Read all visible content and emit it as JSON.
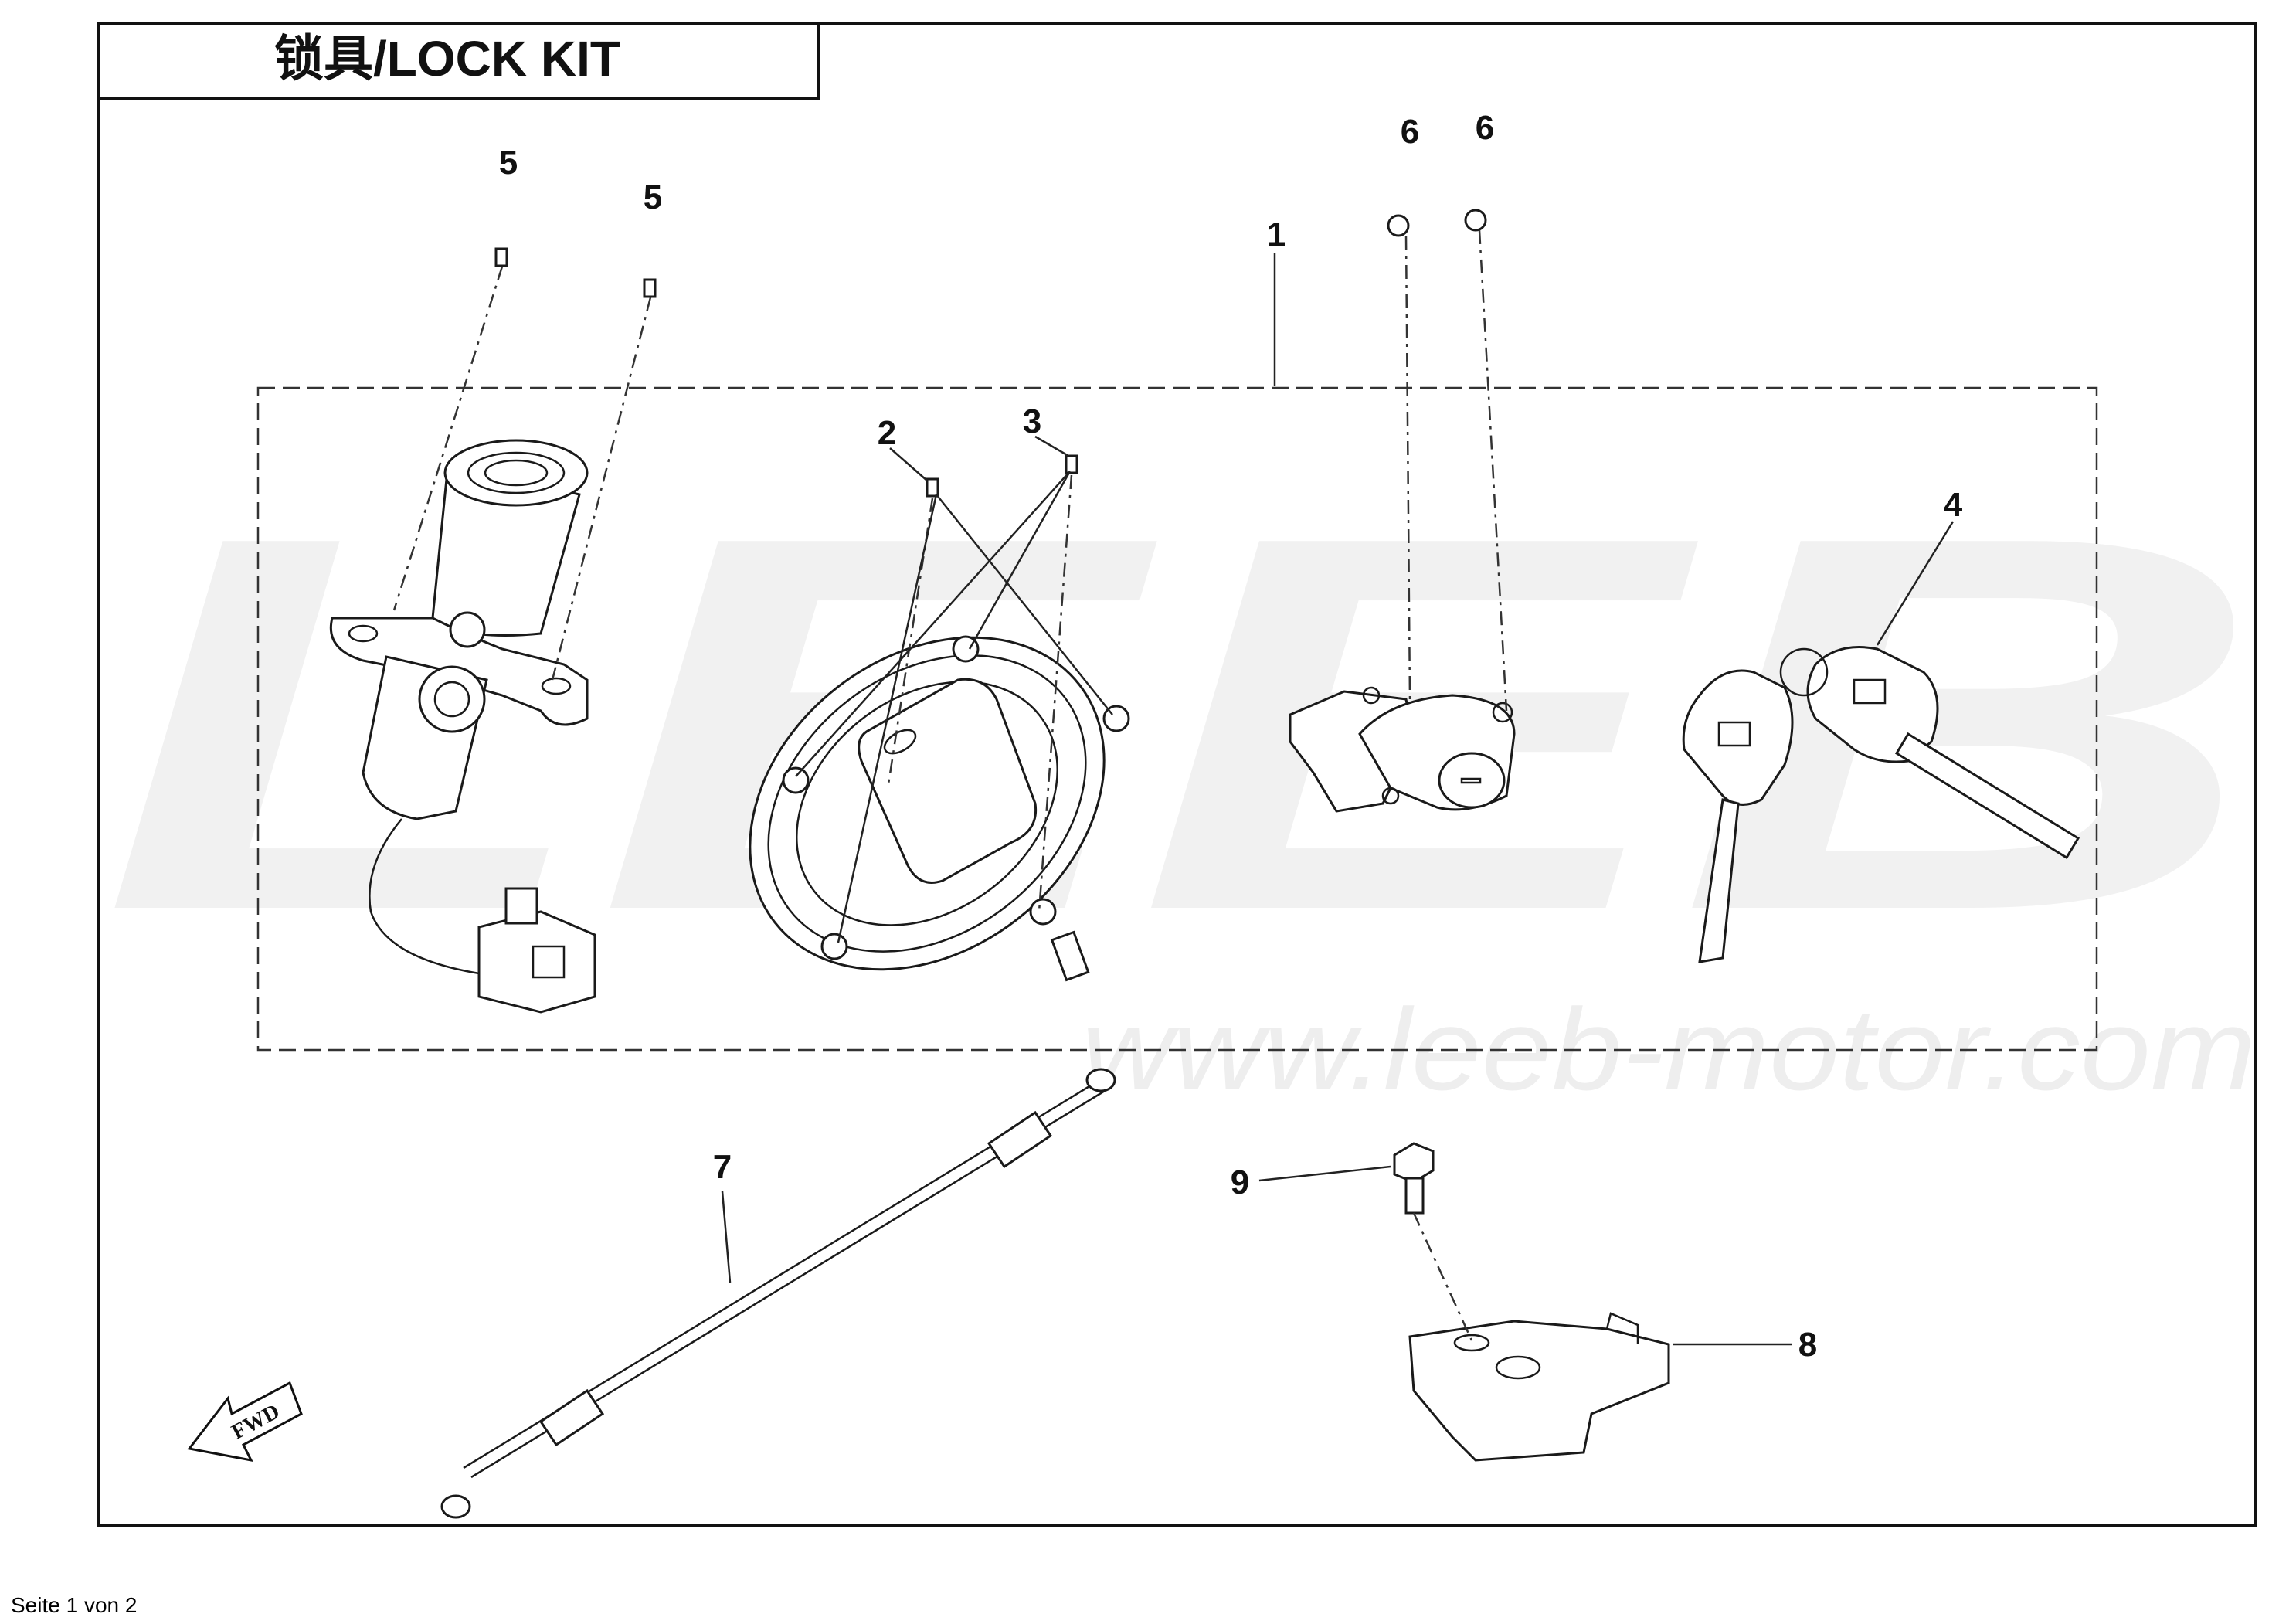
{
  "title": "锁具/LOCK KIT",
  "watermark": {
    "brand": "LEEB",
    "url": "www.leeb-motor.com"
  },
  "callouts": [
    "1",
    "2",
    "3",
    "4",
    "5",
    "5",
    "6",
    "6",
    "7",
    "8",
    "9"
  ],
  "direction_marker": "FWD",
  "footer": "Seite 1 von 2"
}
